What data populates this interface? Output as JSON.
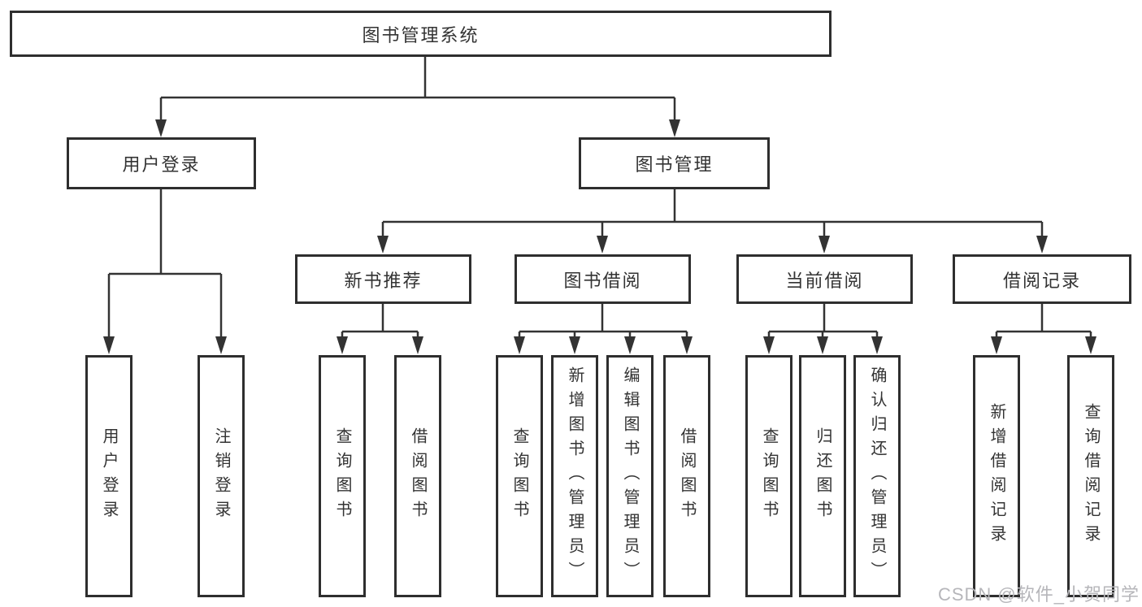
{
  "colors": {
    "line": "#333333",
    "box_border": "#2e2e2e",
    "text": "#333333",
    "background": "#ffffff",
    "watermark": "#b6b6ba"
  },
  "tree": {
    "root": {
      "label": "图书管理系统"
    },
    "branches": [
      {
        "label": "用户登录",
        "children": [
          {
            "label": "用户登录"
          },
          {
            "label": "注销登录"
          }
        ]
      },
      {
        "label": "图书管理",
        "sections": [
          {
            "label": "新书推荐",
            "children": [
              {
                "label": "查询图书"
              },
              {
                "label": "借阅图书"
              }
            ]
          },
          {
            "label": "图书借阅",
            "children": [
              {
                "label": "查询图书"
              },
              {
                "label": "新增图书（管理员）"
              },
              {
                "label": "编辑图书（管理员）"
              },
              {
                "label": "借阅图书"
              }
            ]
          },
          {
            "label": "当前借阅",
            "children": [
              {
                "label": "查询图书"
              },
              {
                "label": "归还图书"
              },
              {
                "label": "确认归还（管理员）"
              }
            ]
          },
          {
            "label": "借阅记录",
            "children": [
              {
                "label": "新增借阅记录"
              },
              {
                "label": "查询借阅记录"
              }
            ]
          }
        ]
      }
    ]
  },
  "watermark": {
    "text": "CSDN @软件_小贺同学"
  }
}
